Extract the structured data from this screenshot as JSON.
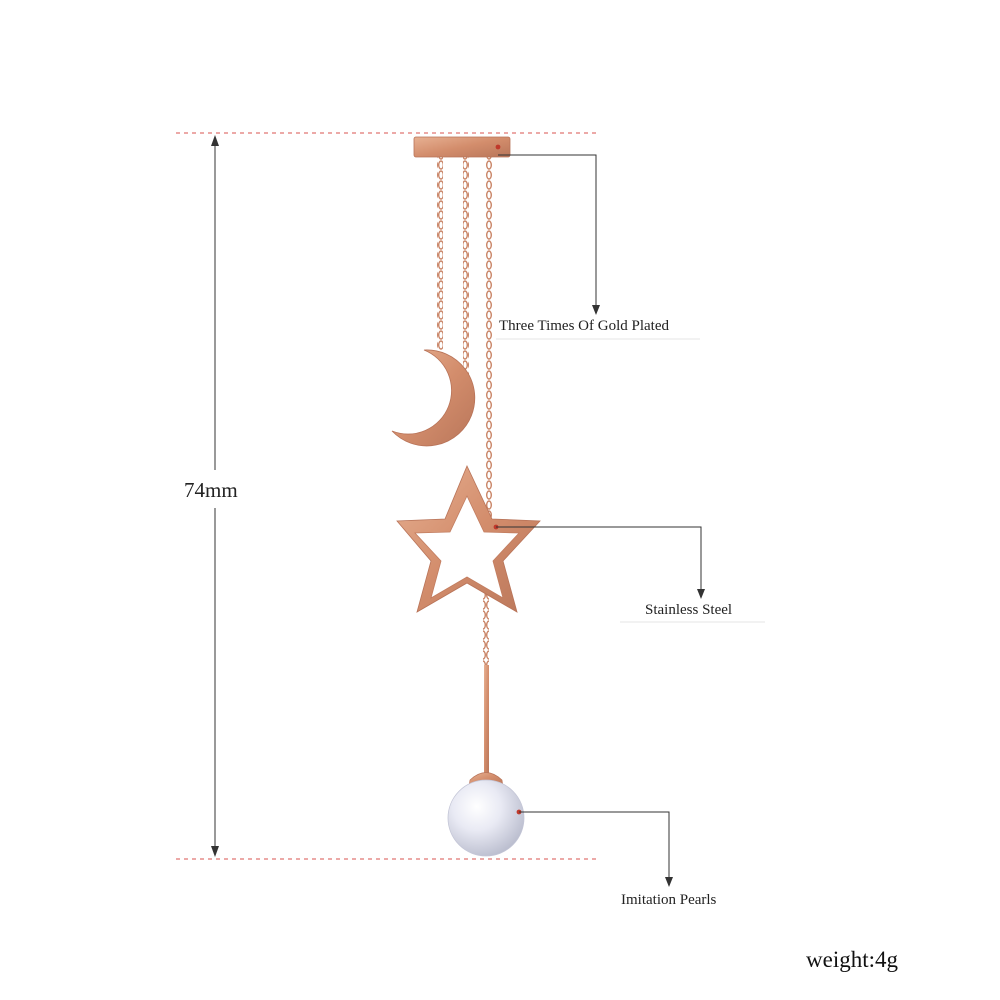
{
  "dimension": {
    "length_label": "74mm"
  },
  "annotations": {
    "top_bar": "Three Times Of Gold Plated",
    "star": "Stainless Steel",
    "pearl": "Imitation Pearls"
  },
  "weight_label": "weight:4g",
  "colors": {
    "rose_gold": "#d8987a",
    "rose_gold_dark": "#b87358",
    "guide_dashes": "#d9534f",
    "pearl": "#e4e6f2"
  }
}
